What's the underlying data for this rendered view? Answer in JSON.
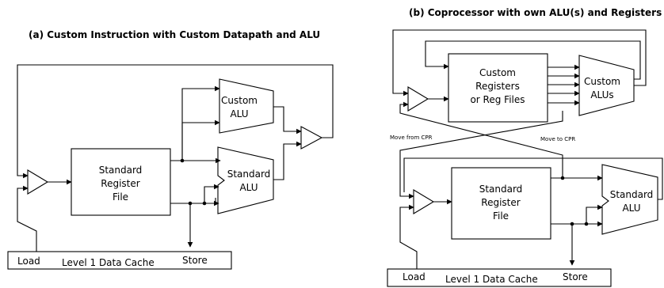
{
  "panel_a": {
    "title": "(a) Custom Instruction with Custom Datapath and ALU",
    "register_file": [
      "Standard",
      "Register",
      "File"
    ],
    "custom_alu": [
      "Custom",
      "ALU"
    ],
    "standard_alu": [
      "Standard",
      "ALU"
    ],
    "cache_label": "Level 1 Data Cache",
    "load_label": "Load",
    "store_label": "Store"
  },
  "panel_b": {
    "title": "(b) Coprocessor with own ALU(s) and Registers",
    "custom_registers": [
      "Custom",
      "Registers",
      "or Reg Files"
    ],
    "custom_alus": [
      "Custom",
      "ALUs"
    ],
    "register_file": [
      "Standard",
      "Register",
      "File"
    ],
    "standard_alu": [
      "Standard",
      "ALU"
    ],
    "move_from": "Move from CPR",
    "move_to": "Move to CPR",
    "cache_label": "Level 1 Data Cache",
    "load_label": "Load",
    "store_label": "Store"
  }
}
